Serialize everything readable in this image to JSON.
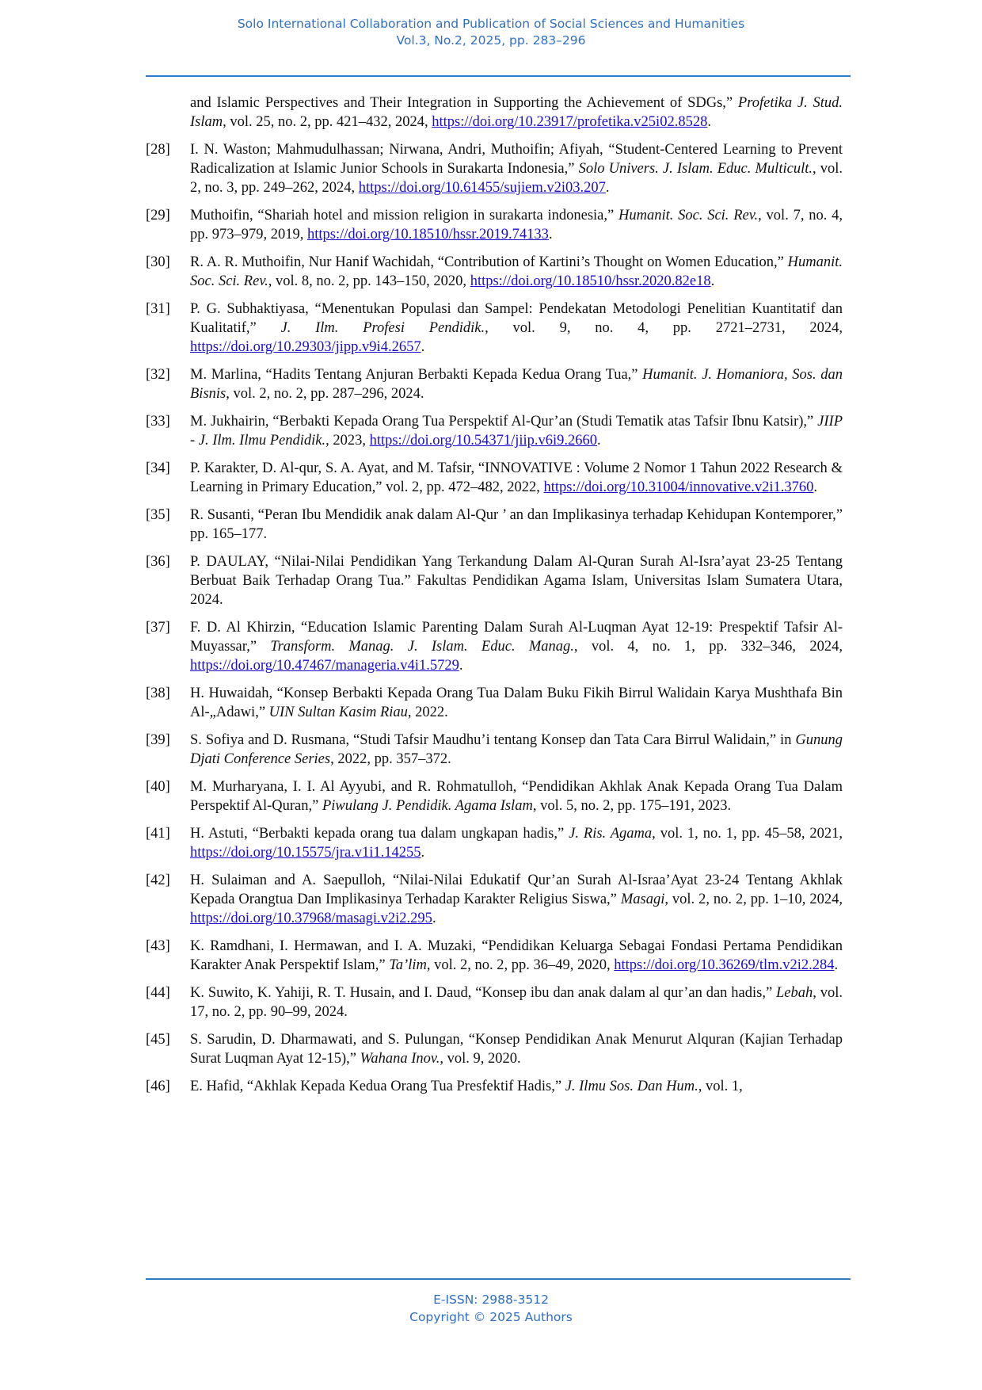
{
  "header": {
    "line1": "Solo International Collaboration and Publication of Social Sciences and Humanities",
    "line2": "Vol.3, No.2, 2025, pp. 283–296"
  },
  "references": [
    {
      "num": "",
      "parts": [
        {
          "t": "and Islamic Perspectives and Their Integration in Supporting the Achievement of SDGs,” "
        },
        {
          "t": "Profetika J. Stud. Islam",
          "i": true
        },
        {
          "t": ", vol. 25, no. 2, pp. 421–432, 2024, "
        },
        {
          "t": "https://doi.org/10.23917/profetika.v25i02.8528",
          "link": true
        },
        {
          "t": "."
        }
      ]
    },
    {
      "num": "[28]",
      "parts": [
        {
          "t": "I. N. Waston; Mahmudulhassan; Nirwana, Andri, Muthoifin; Afiyah, “Student-Centered Learning to Prevent Radicalization at Islamic Junior Schools in Surakarta Indonesia,” "
        },
        {
          "t": "Solo Univers. J. Islam. Educ. Multicult.",
          "i": true
        },
        {
          "t": ", vol. 2, no. 3, pp. 249–262, 2024, "
        },
        {
          "t": "https://doi.org/10.61455/sujiem.v2i03.207",
          "link": true
        },
        {
          "t": "."
        }
      ]
    },
    {
      "num": "[29]",
      "parts": [
        {
          "t": "Muthoifin, “Shariah hotel and mission religion in surakarta indonesia,” "
        },
        {
          "t": "Humanit. Soc. Sci. Rev.",
          "i": true
        },
        {
          "t": ", vol. 7, no. 4, pp. 973–979, 2019, "
        },
        {
          "t": "https://doi.org/10.18510/hssr.2019.74133",
          "link": true
        },
        {
          "t": "."
        }
      ]
    },
    {
      "num": "[30]",
      "parts": [
        {
          "t": "R. A. R. Muthoifin, Nur Hanif Wachidah, “Contribution of Kartini’s Thought on Women Education,” "
        },
        {
          "t": "Humanit. Soc. Sci. Rev.",
          "i": true
        },
        {
          "t": ", vol. 8, no. 2, pp. 143–150, 2020, "
        },
        {
          "t": "https://doi.org/10.18510/hssr.2020.82e18",
          "link": true
        },
        {
          "t": "."
        }
      ]
    },
    {
      "num": "[31]",
      "parts": [
        {
          "t": "P. G. Subhaktiyasa, “Menentukan Populasi dan Sampel: Pendekatan Metodologi Penelitian Kuantitatif dan Kualitatif,” "
        },
        {
          "t": "J. Ilm. Profesi Pendidik.",
          "i": true
        },
        {
          "t": ", vol. 9, no. 4, pp. 2721–2731, 2024, "
        },
        {
          "t": "https://doi.org/10.29303/jipp.v9i4.2657",
          "link": true
        },
        {
          "t": "."
        }
      ]
    },
    {
      "num": "[32]",
      "parts": [
        {
          "t": "M. Marlina, “Hadits Tentang Anjuran Berbakti Kepada Kedua Orang Tua,” "
        },
        {
          "t": "Humanit. J. Homaniora, Sos. dan Bisnis",
          "i": true
        },
        {
          "t": ", vol. 2, no. 2, pp. 287–296, 2024."
        }
      ]
    },
    {
      "num": "[33]",
      "parts": [
        {
          "t": "M. Jukhairin, “Berbakti Kepada Orang Tua Perspektif Al-Qur’an (Studi Tematik atas Tafsir Ibnu Katsir),” "
        },
        {
          "t": "JIIP - J. Ilm. Ilmu Pendidik.",
          "i": true
        },
        {
          "t": ", 2023, "
        },
        {
          "t": "https://doi.org/10.54371/jiip.v6i9.2660",
          "link": true
        },
        {
          "t": "."
        }
      ]
    },
    {
      "num": "[34]",
      "parts": [
        {
          "t": "P. Karakter, D. Al-qur, S. A. Ayat, and M. Tafsir, “INNOVATIVE : Volume 2 Nomor 1 Tahun 2022 Research & Learning in Primary Education,” vol. 2, pp. 472–482, 2022, "
        },
        {
          "t": "https://doi.org/10.31004/innovative.v2i1.3760",
          "link": true
        },
        {
          "t": "."
        }
      ]
    },
    {
      "num": "[35]",
      "parts": [
        {
          "t": "R. Susanti, “Peran Ibu Mendidik anak dalam Al-Qur ’ an dan Implikasinya terhadap Kehidupan Kontemporer,” pp. 165–177."
        }
      ]
    },
    {
      "num": "[36]",
      "parts": [
        {
          "t": "P. DAULAY, “Nilai-Nilai Pendidikan Yang Terkandung Dalam Al-Quran Surah Al-Isra’ayat 23-25 Tentang Berbuat Baik Terhadap Orang Tua.” Fakultas Pendidikan Agama Islam, Universitas Islam Sumatera Utara, 2024."
        }
      ]
    },
    {
      "num": "[37]",
      "parts": [
        {
          "t": "F. D. Al Khirzin, “Education Islamic Parenting Dalam Surah Al-Luqman Ayat 12-19: Prespektif Tafsir Al-Muyassar,” "
        },
        {
          "t": "Transform. Manag. J. Islam. Educ. Manag.",
          "i": true
        },
        {
          "t": ", vol. 4, no. 1, pp. 332–346, 2024, "
        },
        {
          "t": "https://doi.org/10.47467/manageria.v4i1.5729",
          "link": true
        },
        {
          "t": "."
        }
      ]
    },
    {
      "num": "[38]",
      "parts": [
        {
          "t": "H. Huwaidah, “Konsep Berbakti Kepada Orang Tua Dalam Buku Fikih Birrul Walidain Karya Mushthafa Bin Al-„Adawi,” "
        },
        {
          "t": "UIN Sultan Kasim Riau",
          "i": true
        },
        {
          "t": ", 2022."
        }
      ]
    },
    {
      "num": "[39]",
      "parts": [
        {
          "t": "S. Sofiya and D. Rusmana, “Studi Tafsir Maudhu’i tentang Konsep dan Tata Cara Birrul Walidain,” in "
        },
        {
          "t": "Gunung Djati Conference Series",
          "i": true
        },
        {
          "t": ", 2022, pp. 357–372."
        }
      ]
    },
    {
      "num": "[40]",
      "parts": [
        {
          "t": "M. Murharyana, I. I. Al Ayyubi, and R. Rohmatulloh, “Pendidikan Akhlak Anak Kepada Orang Tua Dalam Perspektif Al-Quran,” "
        },
        {
          "t": "Piwulang J. Pendidik. Agama Islam",
          "i": true
        },
        {
          "t": ", vol. 5, no. 2, pp. 175–191, 2023."
        }
      ]
    },
    {
      "num": "[41]",
      "parts": [
        {
          "t": "H. Astuti, “Berbakti kepada orang tua dalam ungkapan hadis,” "
        },
        {
          "t": "J. Ris. Agama",
          "i": true
        },
        {
          "t": ", vol. 1, no. 1, pp. 45–58, 2021, "
        },
        {
          "t": "https://doi.org/10.15575/jra.v1i1.14255",
          "link": true
        },
        {
          "t": "."
        }
      ]
    },
    {
      "num": "[42]",
      "parts": [
        {
          "t": "H. Sulaiman and A. Saepulloh, “Nilai-Nilai Edukatif Qur’an Surah Al-Israa’Ayat 23-24 Tentang Akhlak Kepada Orangtua Dan Implikasinya Terhadap Karakter Religius Siswa,” "
        },
        {
          "t": "Masagi",
          "i": true
        },
        {
          "t": ", vol. 2, no. 2, pp. 1–10, 2024, "
        },
        {
          "t": "https://doi.org/10.37968/masagi.v2i2.295",
          "link": true
        },
        {
          "t": "."
        }
      ]
    },
    {
      "num": "[43]",
      "parts": [
        {
          "t": "K. Ramdhani, I. Hermawan, and I. A. Muzaki, “Pendidikan Keluarga Sebagai Fondasi Pertama Pendidikan Karakter Anak Perspektif Islam,” "
        },
        {
          "t": "Ta’lim",
          "i": true
        },
        {
          "t": ", vol. 2, no. 2, pp. 36–49, 2020, "
        },
        {
          "t": "https://doi.org/10.36269/tlm.v2i2.284",
          "link": true
        },
        {
          "t": "."
        }
      ]
    },
    {
      "num": "[44]",
      "parts": [
        {
          "t": "K. Suwito, K. Yahiji, R. T. Husain, and I. Daud, “Konsep ibu dan anak dalam al qur’an dan hadis,” "
        },
        {
          "t": "Lebah",
          "i": true
        },
        {
          "t": ", vol. 17, no. 2, pp. 90–99, 2024."
        }
      ]
    },
    {
      "num": "[45]",
      "parts": [
        {
          "t": "S. Sarudin, D. Dharmawati, and S. Pulungan, “Konsep Pendidikan Anak Menurut Alquran (Kajian Terhadap Surat Luqman Ayat 12-15),” "
        },
        {
          "t": "Wahana Inov.",
          "i": true
        },
        {
          "t": ", vol. 9, 2020."
        }
      ]
    },
    {
      "num": "[46]",
      "parts": [
        {
          "t": "E. Hafid, “Akhlak Kepada Kedua Orang Tua Presfektif Hadis,” "
        },
        {
          "t": "J. Ilmu Sos. Dan Hum.",
          "i": true
        },
        {
          "t": ", vol. 1,"
        }
      ]
    }
  ],
  "footer": {
    "issn": "E-ISSN: 2988-3512",
    "copyright": "Copyright © 2025 Authors"
  }
}
